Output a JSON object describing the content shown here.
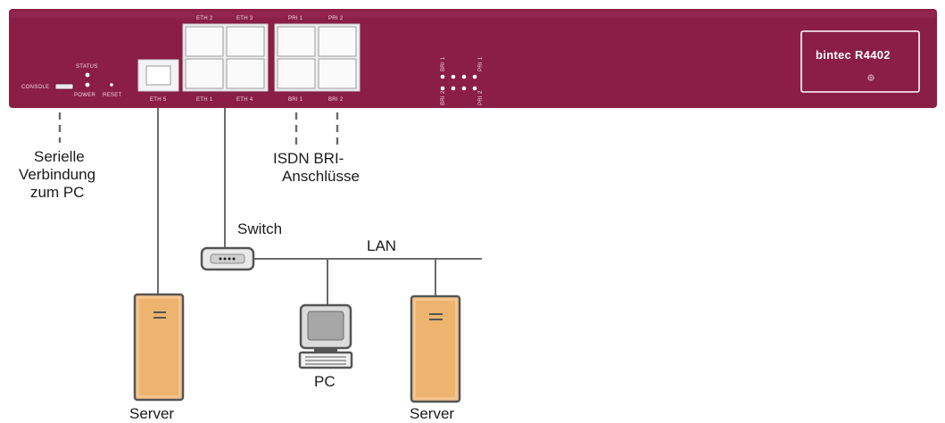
{
  "colors": {
    "router_body": "#8a1e45",
    "router_panel": "#9a2a52",
    "port_face": "#f2f2f2",
    "line": "#6b6b6b",
    "server_fill": "#e8a85a",
    "label_text": "#1a1a1a"
  },
  "router": {
    "brand": "bintec R4402",
    "console_label": "CONSOLE",
    "status_label": "STATUS",
    "power_label": "POWER",
    "reset_label": "RESET",
    "ports": {
      "eth5": "ETH 5",
      "eth2": "ETH 2",
      "eth3": "ETH 3",
      "eth1": "ETH 1",
      "eth4": "ETH 4",
      "pri1": "PRI 1",
      "pri2": "PRI 2",
      "bri1": "BRI 1",
      "bri2": "BRI 2"
    },
    "led_group_labels": [
      "BRI 1",
      "BRI 2",
      "PRI 1",
      "PRI 2"
    ]
  },
  "labels": {
    "serial_line1": "Serielle",
    "serial_line2": "Verbindung",
    "serial_line3": "zum PC",
    "isdn_line1": "ISDN BRI-",
    "isdn_line2": "Anschlüsse",
    "switch": "Switch",
    "lan": "LAN",
    "pc": "PC",
    "server_left": "Server",
    "server_right": "Server"
  }
}
